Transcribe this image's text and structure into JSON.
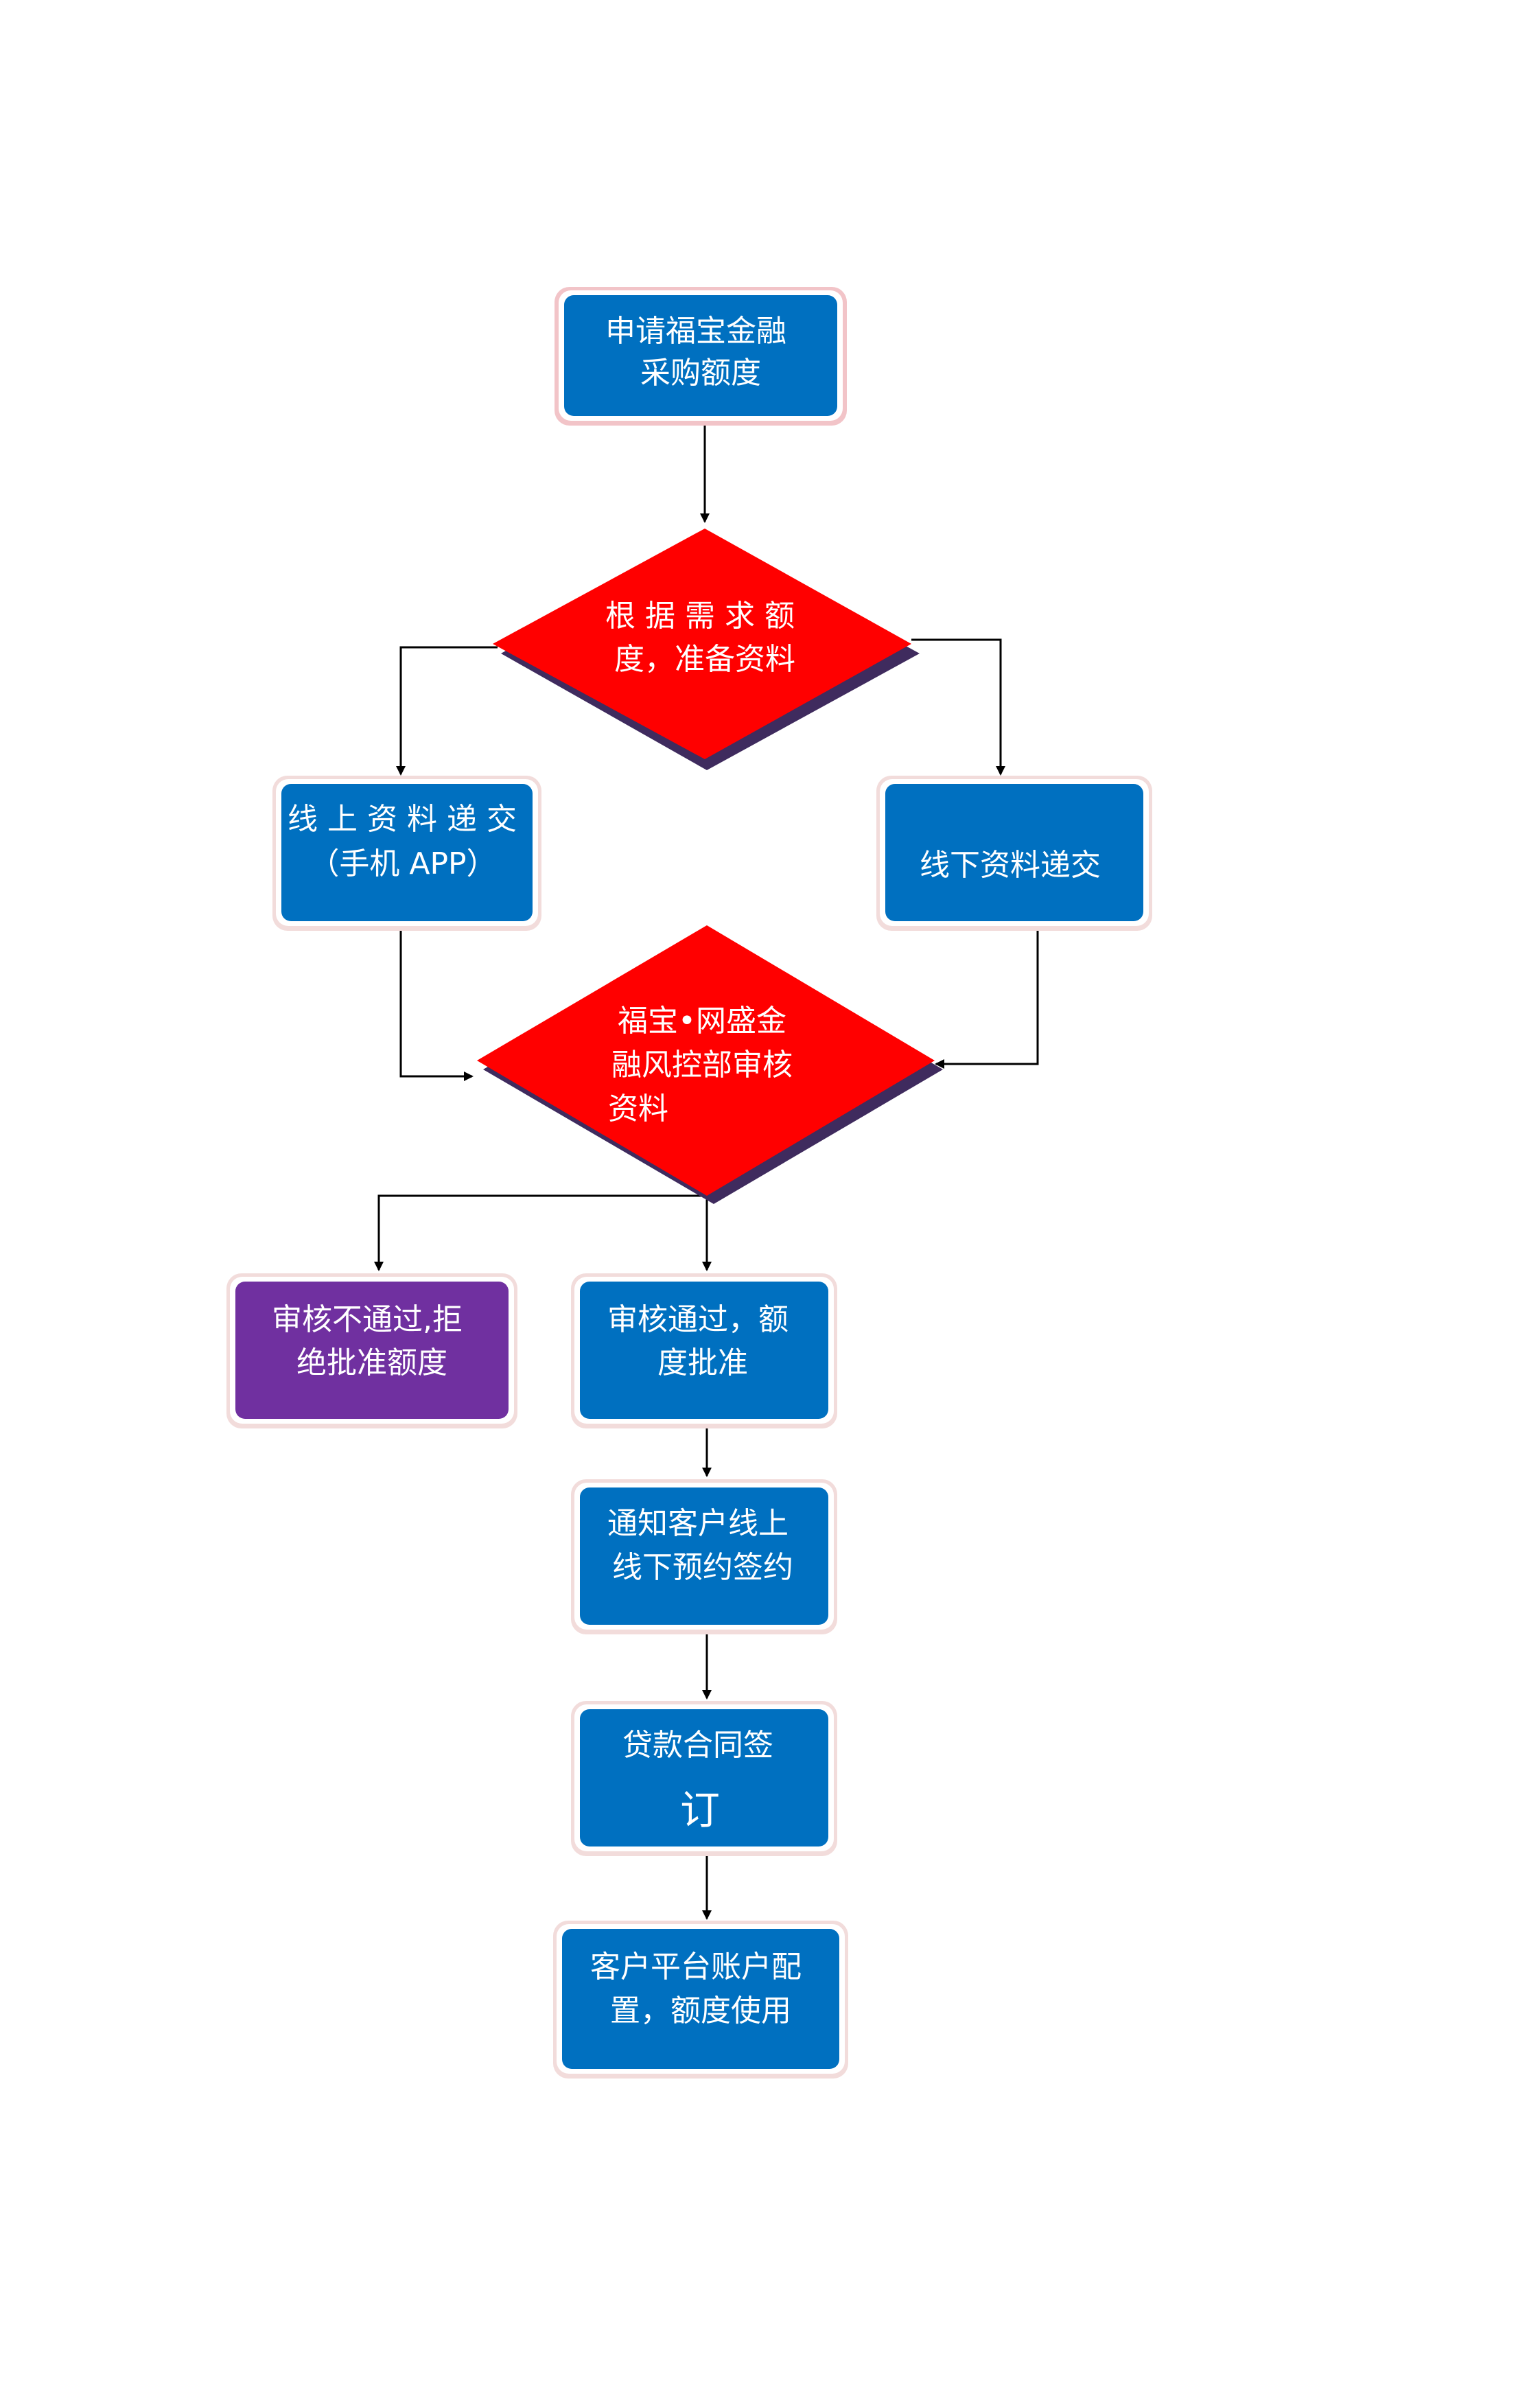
{
  "colors": {
    "box": "#0070c0",
    "box_border_outer": "#f2dcdb",
    "reject_box": "#7030a0",
    "decision": "#ff0000",
    "decision_shadow": "#3f2b5e",
    "arrow": "#000000"
  },
  "nodes": {
    "apply": {
      "lines": [
        "申请福宝金融",
        "采购额度"
      ]
    },
    "prepare": {
      "lines": [
        "根 据 需 求 额",
        "度，准备资料"
      ]
    },
    "online": {
      "lines": [
        "线 上 资 料 递 交",
        "（手机 APP）"
      ]
    },
    "offline": {
      "lines": [
        "线下资料递交"
      ]
    },
    "review": {
      "lines": [
        "福宝•网盛金",
        "融风控部审核",
        "资料"
      ]
    },
    "reject": {
      "lines": [
        "审核不通过,拒",
        "绝批准额度"
      ]
    },
    "approve": {
      "lines": [
        "审核通过，额",
        "度批准"
      ]
    },
    "notify": {
      "lines": [
        "通知客户线上",
        "线下预约签约"
      ]
    },
    "contract": {
      "lines": [
        "贷款合同签",
        "订"
      ]
    },
    "config": {
      "lines": [
        "客户平台账户配",
        "置，额度使用"
      ]
    }
  }
}
